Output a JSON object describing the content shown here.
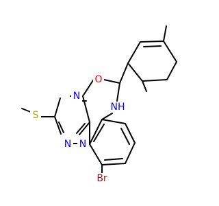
{
  "molecule": {
    "atoms": [
      {
        "id": "N1",
        "label": "N",
        "color": "#0000ff"
      },
      {
        "id": "N2",
        "label": "N",
        "color": "#0000ff"
      },
      {
        "id": "N3",
        "label": "N",
        "color": "#0000ff"
      },
      {
        "id": "NH",
        "label": "NH",
        "color": "#0000ff"
      },
      {
        "id": "O",
        "label": "O",
        "color": "#ff0000"
      },
      {
        "id": "S",
        "label": "S",
        "color": "#b8a200"
      },
      {
        "id": "Br",
        "label": "Br",
        "color": "#8b1a1a"
      }
    ]
  }
}
